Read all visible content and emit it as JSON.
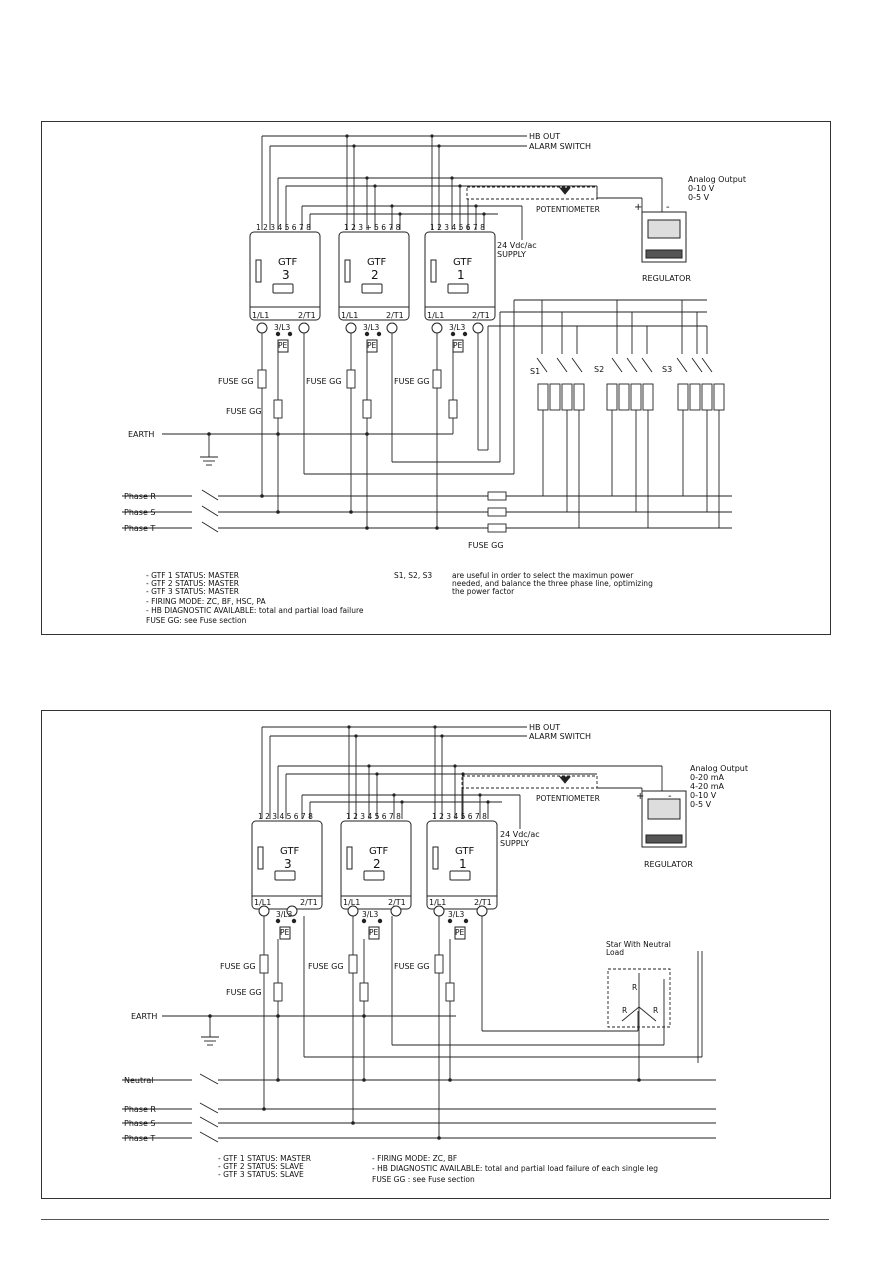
{
  "diagram1": {
    "hb_out": "HB OUT",
    "alarm_switch": "ALARM SWITCH",
    "potentiometer": "POTENTIOMETER",
    "supply": [
      "24 Vdc/ac",
      "SUPPLY"
    ],
    "analog_output_title": "Analog Output",
    "analog_output_values": [
      "0-10 V",
      "0-5 V"
    ],
    "regulator": "REGULATOR",
    "plus": "+",
    "minus": "-",
    "terminal_strip_a": "1 2 3 4 5 6 7 8",
    "terminal_strip_b": "1 2 3 + 5 6 7 8",
    "units": [
      {
        "name": "GTF",
        "number": "3"
      },
      {
        "name": "GTF",
        "number": "2"
      },
      {
        "name": "GTF",
        "number": "1"
      }
    ],
    "l1": "1/L1",
    "t1": "2/T1",
    "l3": "3/L3",
    "pe": "PE",
    "fuse_gg": "FUSE GG",
    "earth": "EARTH",
    "switches": [
      "S1",
      "S2",
      "S3"
    ],
    "phases": [
      "Phase R",
      "Phase S",
      "Phase T"
    ],
    "notes_left": [
      "- GTF 1 STATUS: MASTER",
      "- GTF 2 STATUS: MASTER",
      "- GTF 3 STATUS: MASTER",
      "- FIRING MODE: ZC, BF, HSC, PA",
      "- HB DIAGNOSTIC AVAILABLE: total and partial load failure",
      "FUSE GG: see Fuse section"
    ],
    "notes_right_label": "S1, S2, S3",
    "notes_right": [
      "are useful in order to select the maximun power",
      "needed, and balance the three phase line, optimizing",
      "the power factor"
    ]
  },
  "diagram2": {
    "hb_out": "HB OUT",
    "alarm_switch": "ALARM SWITCH",
    "potentiometer": "POTENTIOMETER",
    "supply": [
      "24 Vdc/ac",
      "SUPPLY"
    ],
    "analog_output_title": "Analog Output",
    "analog_output_values": [
      "0-20 mA",
      "4-20 mA",
      "0-10 V",
      "0-5 V"
    ],
    "regulator": "REGULATOR",
    "plus": "+",
    "minus": "-",
    "terminal_strip_a": "1 2 3 4 5 6 7 8",
    "units": [
      {
        "name": "GTF",
        "number": "3"
      },
      {
        "name": "GTF",
        "number": "2"
      },
      {
        "name": "GTF",
        "number": "1"
      }
    ],
    "l1": "1/L1",
    "t1": "2/T1",
    "l3": "3/L3",
    "pe": "PE",
    "fuse_gg": "FUSE GG",
    "earth": "EARTH",
    "load_title": [
      "Star With Neutral",
      "Load"
    ],
    "resistor": "R",
    "phases": [
      "Neutral",
      "Phase R",
      "Phase S",
      "Phase T"
    ],
    "notes_left": [
      "- GTF 1 STATUS: MASTER",
      "- GTF 2 STATUS: SLAVE",
      "- GTF 3 STATUS: SLAVE"
    ],
    "notes_right": [
      "- FIRING MODE: ZC, BF",
      "- HB DIAGNOSTIC AVAILABLE: total and partial load failure of each single leg",
      "FUSE GG : see Fuse section"
    ]
  }
}
